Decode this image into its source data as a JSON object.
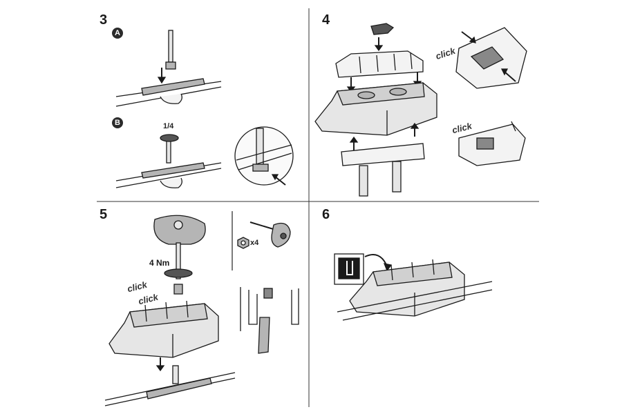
{
  "steps": {
    "step3": {
      "number": "3",
      "sub_a": "A",
      "sub_b": "B",
      "rotation": "1/4"
    },
    "step4": {
      "number": "4",
      "click_1": "click",
      "click_2": "click"
    },
    "step5": {
      "number": "5",
      "torque": "4 Nm",
      "quantity": "x4",
      "click_1": "click",
      "click_2": "click"
    },
    "step6": {
      "number": "6"
    }
  },
  "colors": {
    "line": "#1a1a1a",
    "fill_light": "#e6e6e6",
    "fill_mid": "#b5b5b5",
    "fill_dark": "#555555"
  }
}
